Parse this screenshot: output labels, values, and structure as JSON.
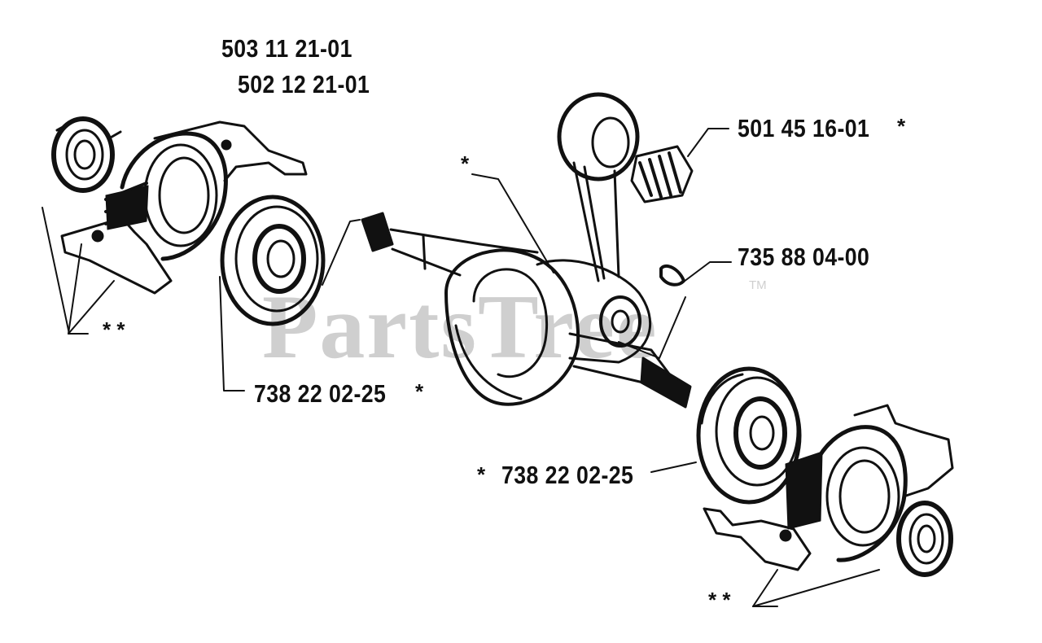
{
  "watermark": {
    "text": "PartsTree",
    "trademark": "TM"
  },
  "labels": {
    "pn_top1": "503 11 21-01",
    "pn_top2": "502 12 21-01",
    "pn_needle": "501 45 16-01",
    "pn_needle_star": "*",
    "pn_key": "735 88 04-00",
    "pn_bearing_left": "738 22 02-25",
    "pn_bearing_left_star": "*",
    "pn_bearing_right_star": "*",
    "pn_bearing_right": "738 22 02-25",
    "crank_star": "*",
    "double_star_left": "* *",
    "double_star_right": "* *"
  },
  "colors": {
    "ink": "#111111",
    "watermark": "#cfcfcf",
    "background": "#ffffff"
  }
}
